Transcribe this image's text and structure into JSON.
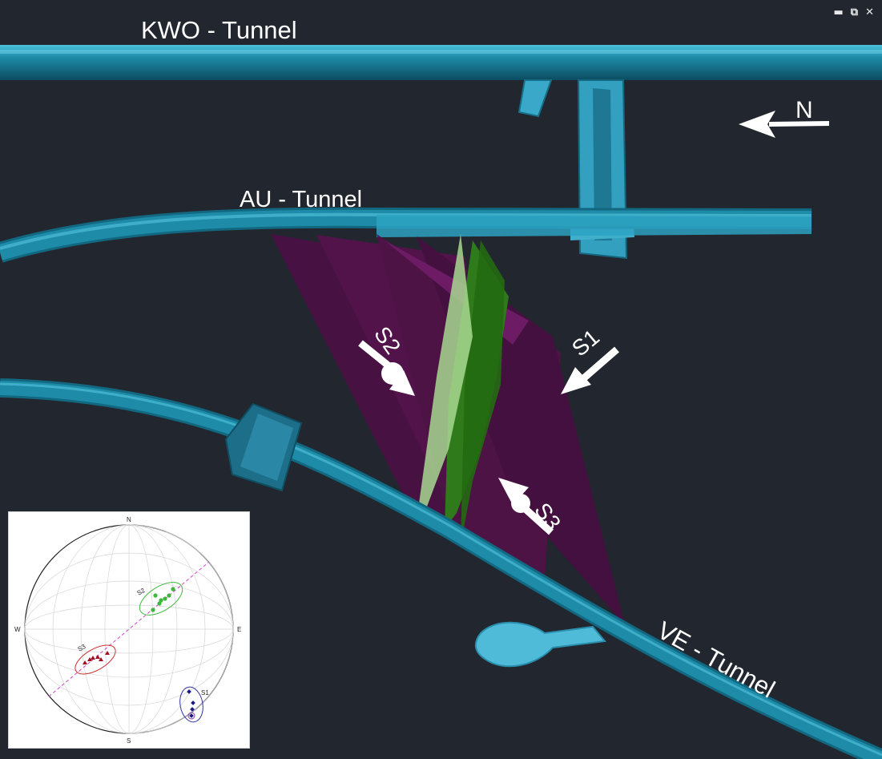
{
  "window": {
    "minimize": "▬",
    "restore": "⧉",
    "close": "✕"
  },
  "labels": {
    "kwo_tunnel": "KWO - Tunnel",
    "au_tunnel": "AU - Tunnel",
    "ve_tunnel": "VE - Tunnel",
    "north": "N",
    "s1": "S1",
    "s2": "S2",
    "s3": "S3"
  },
  "stereonet": {
    "north": "N",
    "south": "S",
    "east": "E",
    "west": "W",
    "s1": "S1",
    "s2": "S2",
    "s3": "S3"
  },
  "colors": {
    "background": "#22262e",
    "tunnel": "#1f8aa8",
    "fracture_purple": "#5a1050",
    "fracture_green": "#2f7a1a",
    "s1_points": "#1a1a80",
    "s2_points": "#3cb83c",
    "s3_points": "#a01020"
  }
}
